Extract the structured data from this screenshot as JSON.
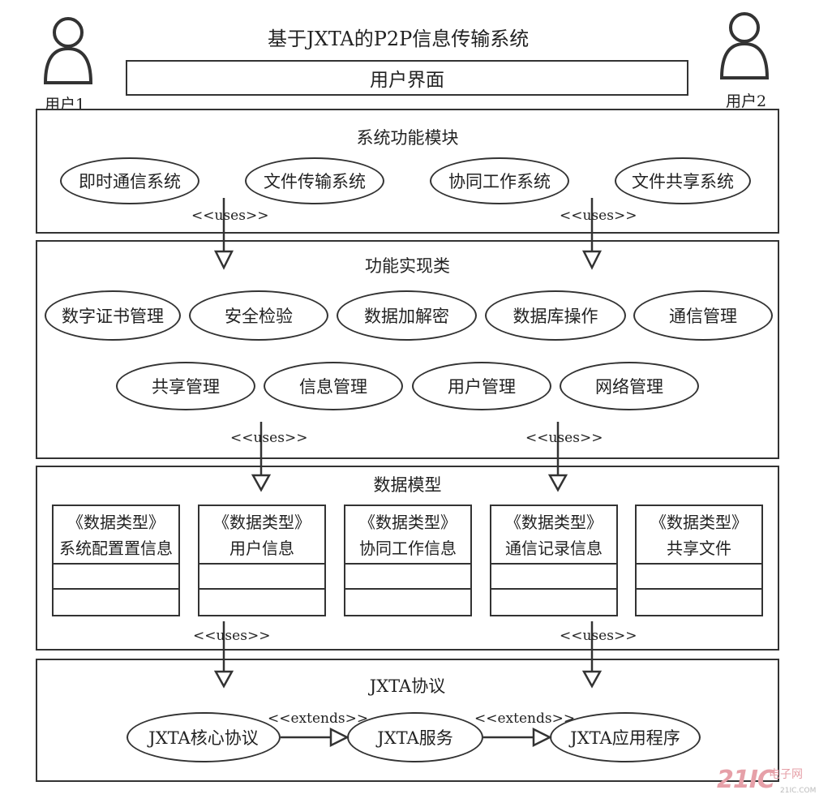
{
  "title": "基于JXTA的P2P信息传输系统",
  "ui_box": "用户界面",
  "users": [
    {
      "label": "用户1"
    },
    {
      "label": "用户2"
    }
  ],
  "system_module": {
    "title": "系统功能模块",
    "items": [
      "即时通信系统",
      "文件传输系统",
      "协同工作系统",
      "文件共享系统"
    ]
  },
  "function_classes": {
    "title": "功能实现类",
    "row1": [
      "数字证书管理",
      "安全检验",
      "数据加解密",
      "数据库操作",
      "通信管理"
    ],
    "row2": [
      "共享管理",
      "信息管理",
      "用户管理",
      "网络管理"
    ]
  },
  "data_model": {
    "title": "数据模型",
    "stereotype": "《数据类型》",
    "classes": [
      "系统配置置信息",
      "用户信息",
      "协同工作信息",
      "通信记录信息",
      "共享文件"
    ]
  },
  "jxta": {
    "title": "JXTA协议",
    "items": [
      "JXTA核心协议",
      "JXTA服务",
      "JXTA应用程序"
    ],
    "extends_label": "<<extends>>"
  },
  "uses_label": "<<uses>>",
  "watermark": {
    "main": "21IC",
    "sub": "电子网",
    "url": "21IC.COM"
  }
}
